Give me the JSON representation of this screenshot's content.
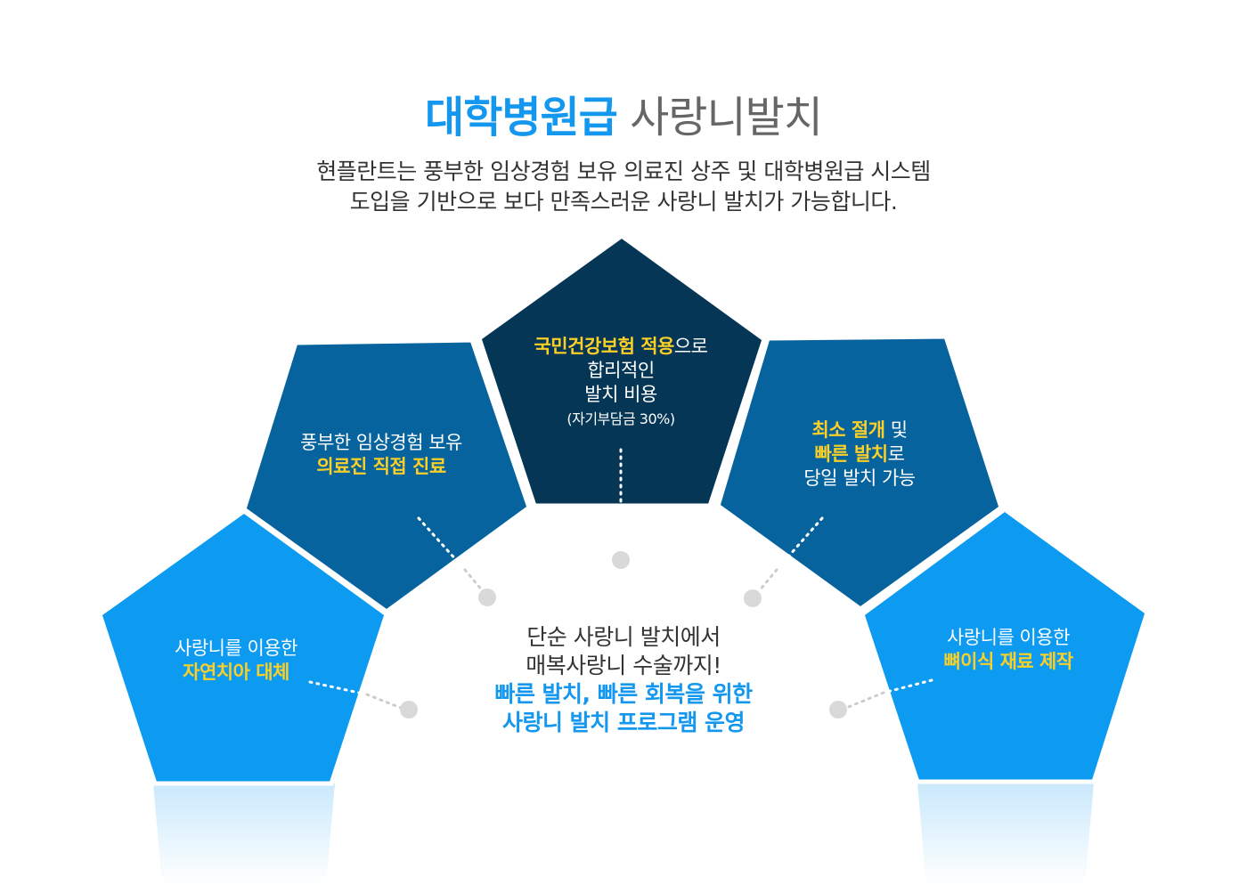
{
  "header": {
    "title_highlight": "대학병원급",
    "title_rest": "사랑니발치",
    "subtitle_line1": "현플란트는 풍부한 임상경험 보유 의료진 상주 및 대학병원급 시스템",
    "subtitle_line2": "도입을 기반으로 보다 만족스러운 사랑니 발치가 가능합니다."
  },
  "pentagons": {
    "left": {
      "line1": "사랑니를 이용한",
      "line2_highlight": "자연치아 대체"
    },
    "left_mid": {
      "line1": "풍부한 임상경험 보유",
      "line2_highlight": "의료진 직접 진료"
    },
    "top": {
      "line1_highlight": "국민건강보험 적용",
      "line1_suffix": "으로",
      "line2": "합리적인",
      "line3": "발치 비용",
      "note": "(자기부담금 30%)"
    },
    "right_mid": {
      "line1_highlight": "최소 절개",
      "line1_suffix": " 및",
      "line2_highlight": "빠른 발치",
      "line2_suffix": "로",
      "line3": "당일 발치 가능"
    },
    "right": {
      "line1": "사랑니를 이용한",
      "line2_highlight": "뼈이식 재료 제작"
    }
  },
  "center": {
    "line1": "단순 사랑니 발치에서",
    "line2": "매복사랑니 수술까지!",
    "line3": "빠른 발치, 빠른 회복을 위한",
    "line4": "사랑니 발치 프로그램 운영"
  },
  "colors": {
    "light_blue": "#0d9bf2",
    "mid_blue": "#06639e",
    "dark_navy": "#053656",
    "highlight_yellow": "#f9cf28",
    "title_blue": "#1497ee"
  }
}
